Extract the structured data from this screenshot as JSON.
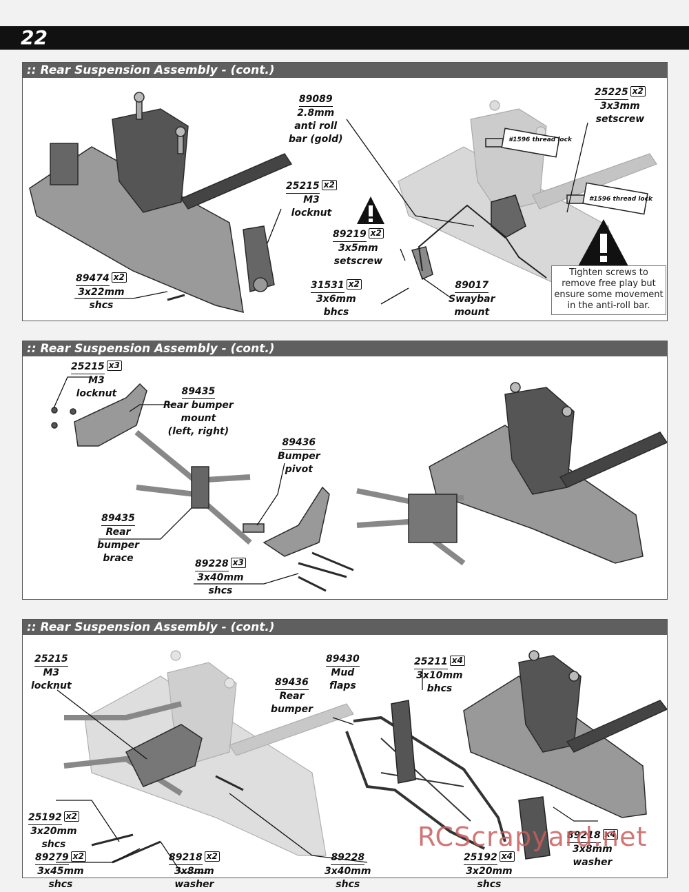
{
  "page": {
    "number": "22"
  },
  "panels": [
    {
      "title": ":: Rear Suspension Assembly - (cont.)",
      "labels": [
        {
          "part": "89089",
          "lines": [
            "2.8mm",
            "anti roll",
            "bar (gold)"
          ],
          "qty": ""
        },
        {
          "part": "25225",
          "lines": [
            "3x3mm",
            "setscrew"
          ],
          "qty": "x2"
        },
        {
          "part": "25215",
          "lines": [
            "M3",
            "locknut"
          ],
          "qty": "x2"
        },
        {
          "part": "89219",
          "lines": [
            "3x5mm",
            "setscrew"
          ],
          "qty": "x2"
        },
        {
          "part": "89474",
          "lines": [
            "3x22mm",
            "shcs"
          ],
          "qty": "x2"
        },
        {
          "part": "31531",
          "lines": [
            "3x6mm",
            "bhcs"
          ],
          "qty": "x2"
        },
        {
          "part": "89017",
          "lines": [
            "Swaybar",
            "mount"
          ],
          "qty": ""
        }
      ],
      "threadlock": "#1596 thread lock",
      "note": "Tighten screws to remove free play but ensure some movement in the anti-roll bar."
    },
    {
      "title": ":: Rear Suspension Assembly - (cont.)",
      "labels": [
        {
          "part": "25215",
          "lines": [
            "M3",
            "locknut"
          ],
          "qty": "x3"
        },
        {
          "part": "89435",
          "lines": [
            "Rear bumper",
            "mount",
            "(left, right)"
          ],
          "qty": ""
        },
        {
          "part": "89436",
          "lines": [
            "Bumper",
            "pivot"
          ],
          "qty": ""
        },
        {
          "part": "89435",
          "lines": [
            "Rear",
            "bumper",
            "brace"
          ],
          "qty": ""
        },
        {
          "part": "89228",
          "lines": [
            "3x40mm",
            "shcs"
          ],
          "qty": "x3"
        }
      ]
    },
    {
      "title": ":: Rear Suspension Assembly - (cont.)",
      "labels": [
        {
          "part": "25215",
          "lines": [
            "M3",
            "locknut"
          ],
          "qty": ""
        },
        {
          "part": "89430",
          "lines": [
            "Mud",
            "flaps"
          ],
          "qty": ""
        },
        {
          "part": "89436",
          "lines": [
            "Rear",
            "bumper"
          ],
          "qty": ""
        },
        {
          "part": "25211",
          "lines": [
            "3x10mm",
            "bhcs"
          ],
          "qty": "x4"
        },
        {
          "part": "25192",
          "lines": [
            "3x20mm",
            "shcs"
          ],
          "qty": "x2"
        },
        {
          "part": "89279",
          "lines": [
            "3x45mm",
            "shcs"
          ],
          "qty": "x2"
        },
        {
          "part": "89218",
          "lines": [
            "3x8mm",
            "washer"
          ],
          "qty": "x2"
        },
        {
          "part": "89228",
          "lines": [
            "3x40mm",
            "shcs"
          ],
          "qty": ""
        },
        {
          "part": "25192",
          "lines": [
            "3x20mm",
            "shcs"
          ],
          "qty": "x4"
        },
        {
          "part": "89218",
          "lines": [
            "3x8mm",
            "washer"
          ],
          "qty": "x4"
        }
      ]
    }
  ],
  "watermark": "RCScrapyard.net"
}
